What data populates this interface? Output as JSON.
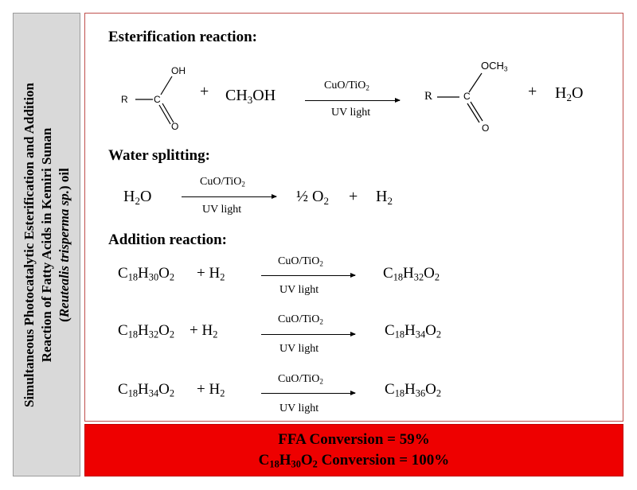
{
  "side_title": {
    "line1": "Simultaneous Photocatalytic Esterification and Addition",
    "line2": "Reaction of Fatty Acids in Kemiri Sunan",
    "line3_open": "(",
    "line3_italic": "Reutealis trisperma sp.",
    "line3_close": ") oil"
  },
  "sections": {
    "esterification": "Esterification reaction:",
    "water": "Water splitting:",
    "addition": "Addition reaction:"
  },
  "esterification": {
    "acid": {
      "R": "R",
      "C": "C",
      "OH": "OH",
      "O": "O"
    },
    "plus1": "+",
    "methanol": {
      "p1": "CH",
      "s1": "3",
      "p2": "OH"
    },
    "catalyst": {
      "p1": "CuO/TiO",
      "s1": "2"
    },
    "light": "UV light",
    "ester": {
      "R": "R",
      "C": "C",
      "OCH3": {
        "p1": "OCH",
        "s1": "3"
      },
      "O": "O"
    },
    "plus2": "+",
    "water": {
      "p1": "H",
      "s1": "2",
      "p2": "O"
    }
  },
  "water_splitting": {
    "reactant": {
      "p1": "H",
      "s1": "2",
      "p2": "O"
    },
    "catalyst": {
      "p1": "CuO/TiO",
      "s1": "2"
    },
    "light": "UV light",
    "oxygen": {
      "p1": "½ O",
      "s1": "2"
    },
    "plus": "+",
    "hydrogen": {
      "p1": "H",
      "s1": "2"
    }
  },
  "additions": [
    {
      "reactant": {
        "p1": "C",
        "s1": "18",
        "p2": "H",
        "s2": "30",
        "p3": "O",
        "s3": "2"
      },
      "plus_h2": {
        "p1": "+ H",
        "s1": "2"
      },
      "catalyst": {
        "p1": "CuO/TiO",
        "s1": "2"
      },
      "light": "UV light",
      "product": {
        "p1": "C",
        "s1": "18",
        "p2": "H",
        "s2": "32",
        "p3": "O",
        "s3": "2"
      }
    },
    {
      "reactant": {
        "p1": "C",
        "s1": "18",
        "p2": "H",
        "s2": "32",
        "p3": "O",
        "s3": "2"
      },
      "plus_h2": {
        "p1": "+ H",
        "s1": "2"
      },
      "catalyst": {
        "p1": "CuO/TiO",
        "s1": "2"
      },
      "light": "UV light",
      "product": {
        "p1": "C",
        "s1": "18",
        "p2": "H",
        "s2": "34",
        "p3": "O",
        "s3": "2"
      }
    },
    {
      "reactant": {
        "p1": "C",
        "s1": "18",
        "p2": "H",
        "s2": "34",
        "p3": "O",
        "s3": "2"
      },
      "plus_h2": {
        "p1": "+ H",
        "s1": "2"
      },
      "catalyst": {
        "p1": "CuO/TiO",
        "s1": "2"
      },
      "light": "UV light",
      "product": {
        "p1": "C",
        "s1": "18",
        "p2": "H",
        "s2": "36",
        "p3": "O",
        "s3": "2"
      }
    }
  ],
  "results": {
    "ffa": "FFA Conversion = 59%",
    "c18": {
      "p1": "C",
      "s1": "18",
      "p2": "H",
      "s2": "30",
      "p3": "O",
      "s3": "2",
      "p4": " Conversion = 100%"
    }
  },
  "colors": {
    "sidebar_bg": "#d9d9d9",
    "banner_bg": "#ee0000",
    "frame_border": "#c0504d"
  }
}
